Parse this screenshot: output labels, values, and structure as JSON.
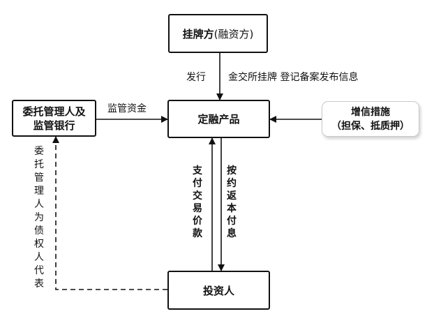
{
  "nodes": {
    "issuer": {
      "name": "挂牌方",
      "suffix": " (融资方)"
    },
    "product": {
      "name": "定融产品"
    },
    "trustee": {
      "line1": "委托管理人及",
      "line2": "监管银行"
    },
    "credit": {
      "line1": "增信措施",
      "line2": "（担保、抵质押）"
    },
    "investor": {
      "name": "投资人"
    }
  },
  "edges": {
    "issue": "发行",
    "exchange": "金交所挂牌 登记备案发布信息",
    "supervise_funds": "监管资金",
    "pay_price": "支付交易价款",
    "repay": "按约返本付息",
    "creditor_rep": "委托管理人为债权人代表"
  }
}
